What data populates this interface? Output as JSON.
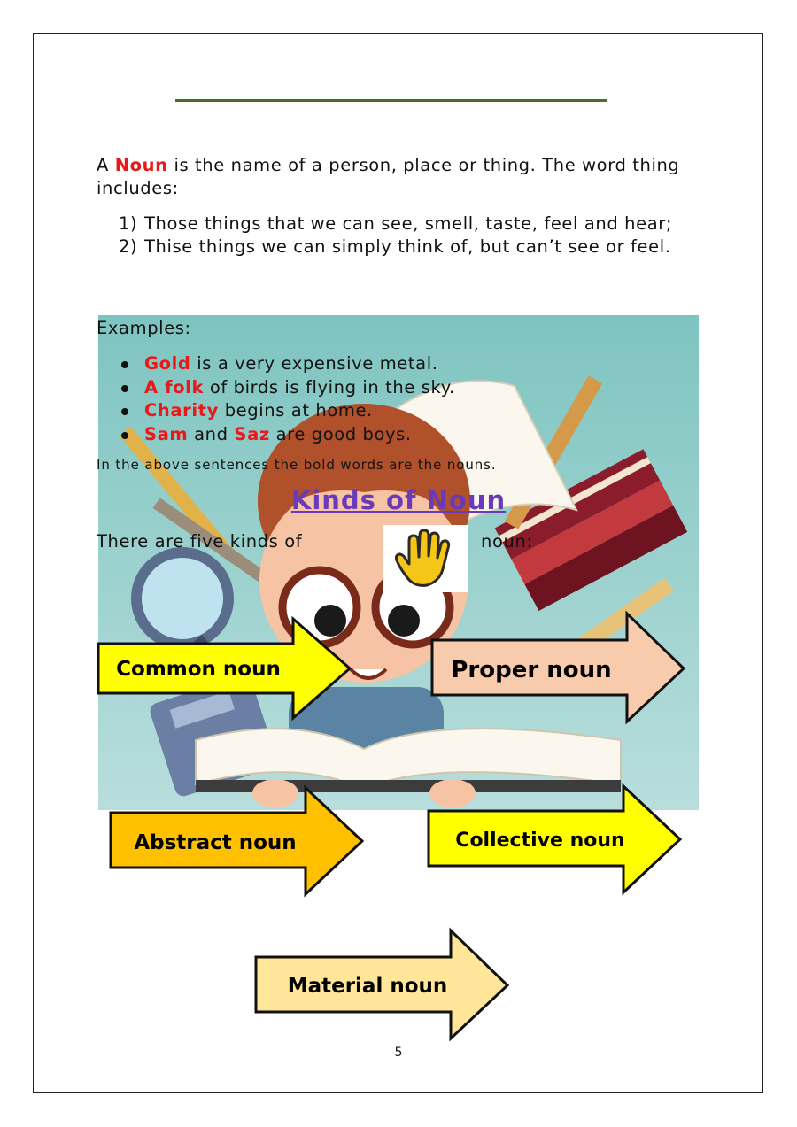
{
  "intro": {
    "before": "A ",
    "keyword": "Noun",
    "after": " is the name of a person, place or thing. The word thing includes:"
  },
  "points": [
    {
      "num": "1)",
      "text": "Those things that we can see, smell, taste, feel and hear;"
    },
    {
      "num": "2)",
      "text": "Thise things we can simply think of, but can’t see or feel."
    }
  ],
  "examples": {
    "label": "Examples:",
    "items": [
      {
        "parts": [
          {
            "t": "Gold",
            "red": true
          },
          {
            "t": " is a very expensive metal.",
            "red": false
          }
        ]
      },
      {
        "parts": [
          {
            "t": "A folk",
            "red": true
          },
          {
            "t": " of birds is flying in the sky.",
            "red": false
          }
        ]
      },
      {
        "parts": [
          {
            "t": "Charity",
            "red": true
          },
          {
            "t": " begins at home.",
            "red": false
          }
        ]
      },
      {
        "parts": [
          {
            "t": "Sam",
            "red": true
          },
          {
            "t": " and ",
            "red": false
          },
          {
            "t": "Saz",
            "red": true
          },
          {
            "t": " are good boys.",
            "red": false
          }
        ]
      }
    ],
    "note": "In the above sentences the bold words are the nouns."
  },
  "kinds": {
    "title": "Kinds of Noun",
    "intro_a": "There are five kinds of",
    "intro_b": "noun:",
    "items": [
      {
        "label": "Common noun",
        "color": "#ffff00"
      },
      {
        "label": "Proper noun",
        "color": "#f8cbad"
      },
      {
        "label": "Abstract noun",
        "color": "#ffc000"
      },
      {
        "label": "Collective noun",
        "color": "#ffff00"
      },
      {
        "label": "Material noun",
        "color": "#ffe699"
      }
    ]
  },
  "colors": {
    "keyword": "#e8191b",
    "title": "#6a3ab8",
    "rule": "#4a6b2a"
  },
  "icons": {
    "illustration": "reading-kid-illustration",
    "hand": "open-hand-icon"
  },
  "page_number": "5"
}
